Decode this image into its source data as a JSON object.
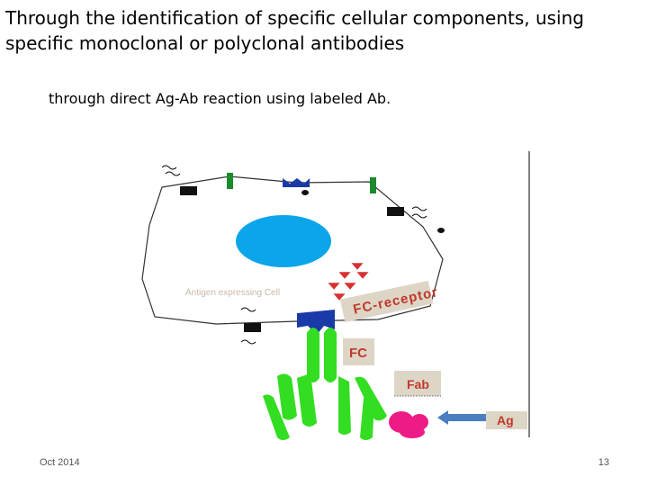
{
  "slide": {
    "title": "Through the identification of specific cellular components, using specific monoclonal or polyclonal antibodies",
    "subtitle": "through direct Ag-Ab reaction using labeled Ab.",
    "footer_date": "Oct 2014",
    "page_number": "13"
  },
  "diagram": {
    "cell_label": "Antigen expressing Cell",
    "receptor_label": "FC-receptor",
    "fc_label": "FC",
    "fab_label": "Fab",
    "ag_label": "Ag",
    "colors": {
      "nucleus": "#0ba5ea",
      "antibody": "#33dd22",
      "antigen": "#ee1b86",
      "receptor_blue": "#1a3aa8",
      "label_box": "#ddd5c6",
      "label_text": "#c0392b",
      "arrow": "#4a7ec0"
    }
  }
}
